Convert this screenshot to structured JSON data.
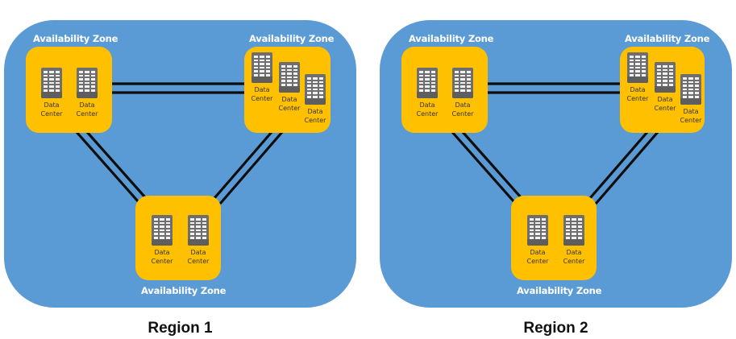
{
  "colors": {
    "region_fill": "#5b9bd5",
    "zone_fill": "#ffc000",
    "server_fill": "#6e6e6e",
    "link_stroke": "#0d0d0d",
    "zone_title": "#ffffff",
    "region_label": "#111111"
  },
  "regions": [
    {
      "label": "Region 1",
      "zones": [
        {
          "title": "Availability Zone",
          "data_centers": [
            {
              "label_line1": "Data",
              "label_line2": "Center"
            },
            {
              "label_line1": "Data",
              "label_line2": "Center"
            }
          ]
        },
        {
          "title": "Availability Zone",
          "data_centers": [
            {
              "label_line1": "Data",
              "label_line2": "Center"
            },
            {
              "label_line1": "Data",
              "label_line2": "Center"
            },
            {
              "label_line1": "Data",
              "label_line2": "Center"
            }
          ]
        },
        {
          "title": "Availability Zone",
          "data_centers": [
            {
              "label_line1": "Data",
              "label_line2": "Center"
            },
            {
              "label_line1": "Data",
              "label_line2": "Center"
            }
          ]
        }
      ],
      "links": [
        {
          "from": "top-left zone",
          "to": "top-right zone",
          "type": "double"
        },
        {
          "from": "top-left zone",
          "to": "bottom zone",
          "type": "double"
        },
        {
          "from": "top-right zone",
          "to": "bottom zone",
          "type": "double"
        }
      ]
    },
    {
      "label": "Region 2",
      "zones": [
        {
          "title": "Availability Zone",
          "data_centers": [
            {
              "label_line1": "Data",
              "label_line2": "Center"
            },
            {
              "label_line1": "Data",
              "label_line2": "Center"
            }
          ]
        },
        {
          "title": "Availability Zone",
          "data_centers": [
            {
              "label_line1": "Data",
              "label_line2": "Center"
            },
            {
              "label_line1": "Data",
              "label_line2": "Center"
            },
            {
              "label_line1": "Data",
              "label_line2": "Center"
            }
          ]
        },
        {
          "title": "Availability Zone",
          "data_centers": [
            {
              "label_line1": "Data",
              "label_line2": "Center"
            },
            {
              "label_line1": "Data",
              "label_line2": "Center"
            }
          ]
        }
      ],
      "links": [
        {
          "from": "top-left zone",
          "to": "top-right zone",
          "type": "double"
        },
        {
          "from": "top-left zone",
          "to": "bottom zone",
          "type": "double"
        },
        {
          "from": "top-right zone",
          "to": "bottom zone",
          "type": "double"
        }
      ]
    }
  ]
}
